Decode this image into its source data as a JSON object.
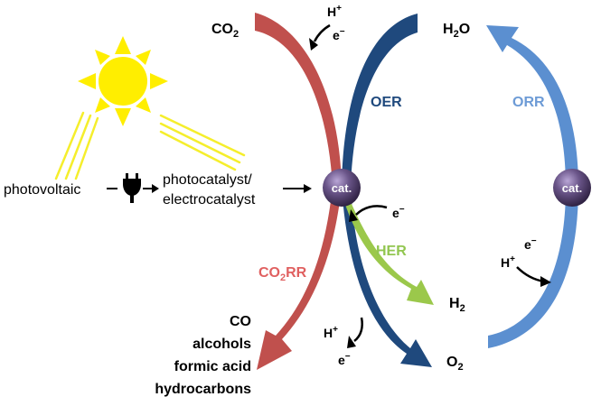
{
  "labels": {
    "co2": "CO",
    "co2_sub": "2",
    "h2o": "H",
    "h2o_sub": "2",
    "h2o_tail": "O",
    "h2": "H",
    "h2_sub": "2",
    "o2": "O",
    "o2_sub": "2",
    "oer": "OER",
    "orr": "ORR",
    "her": "HER",
    "co2rr_a": "CO",
    "co2rr_sub": "2",
    "co2rr_b": "RR",
    "h_plus": "H",
    "plus": "+",
    "e_minus": "e",
    "minus": "−",
    "photovoltaic": "photovoltaic",
    "photocatalyst": "photocatalyst/",
    "electrocatalyst": "electrocatalyst",
    "cat": "cat."
  },
  "products": [
    "CO",
    "alcohols",
    "formic acid",
    "hydrocarbons"
  ],
  "colors": {
    "co2rr": "#c0504d",
    "co2rr_label": "#e06060",
    "oer": "#1f497d",
    "orr": "#5b8fd0",
    "orr_label": "#6d9bd6",
    "her": "#9bc84b",
    "her_label": "#92c650",
    "sun": "#ffee00",
    "sun_rays": "#f5ee2c",
    "cat": "#5a4775",
    "ink": "#000000"
  }
}
